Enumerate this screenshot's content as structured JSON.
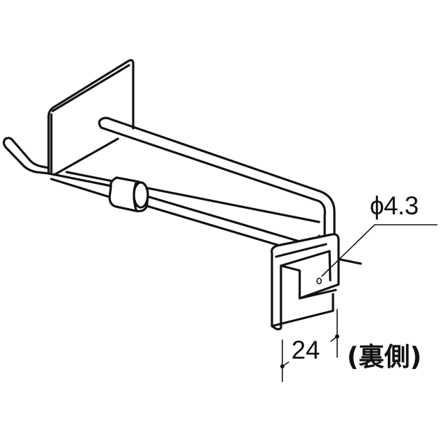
{
  "drawing": {
    "subject": "wire display hook with mounting bracket",
    "annotations": {
      "hole_diameter": "ϕ4.3",
      "bracket_depth": "24",
      "back_side_note": "(裏側)"
    }
  },
  "colors": {
    "background": "#ffffff",
    "line": "#111111"
  }
}
